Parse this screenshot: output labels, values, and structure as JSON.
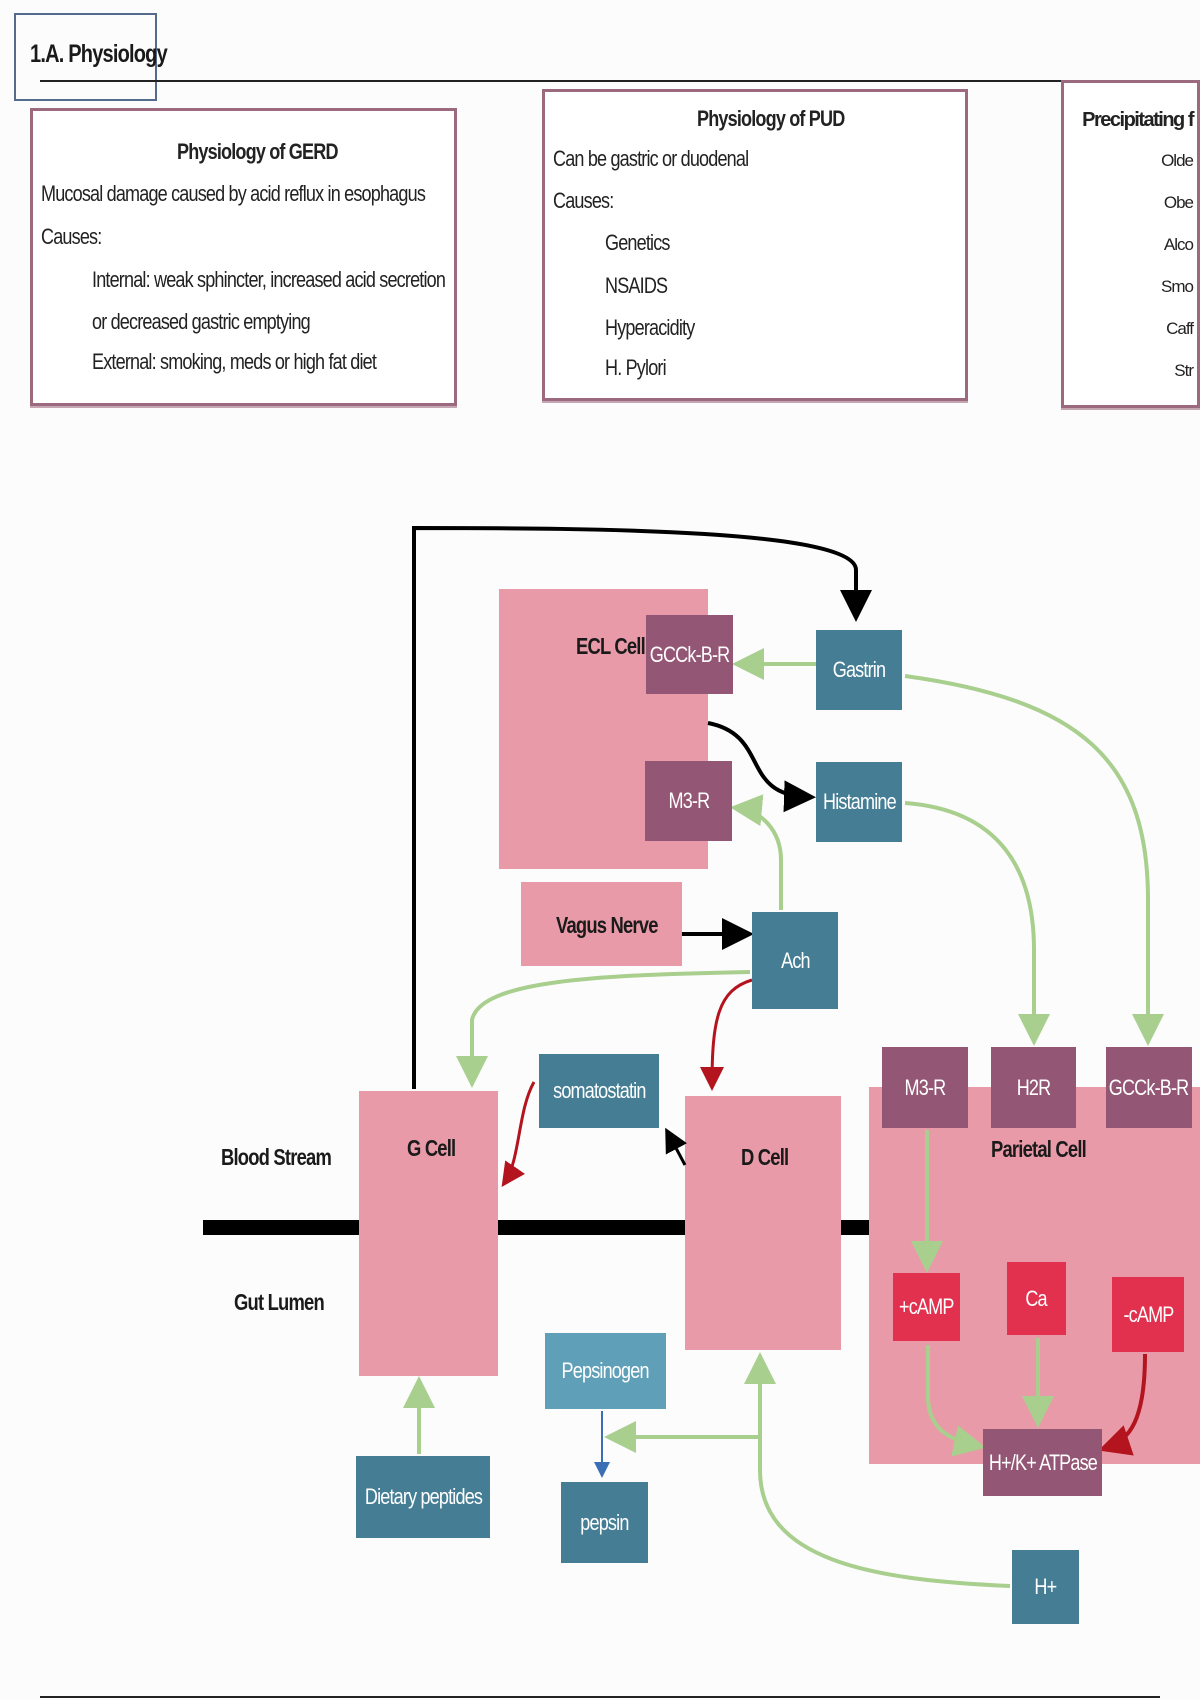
{
  "section_title": "1.A. Physiology",
  "gerd": {
    "title": "Physiology of GERD",
    "lines": [
      "Mucosal damage caused by acid reflux in esophagus",
      "Causes:",
      "Internal: weak sphincter, increased acid secretion",
      "or decreased gastric emptying",
      "External: smoking, meds or high fat diet"
    ]
  },
  "pud": {
    "title": "Physiology of PUD",
    "lines": [
      "Can be gastric or duodenal",
      "Causes:",
      "Genetics",
      "NSAIDS",
      "Hyperacidity",
      "H. Pylori"
    ]
  },
  "precipitating": {
    "title": "Precipitating f",
    "lines": [
      "Olde",
      "Obe",
      "Alco",
      "Smo",
      "Caff",
      "Str"
    ]
  },
  "diagram": {
    "ecl_cell": "ECL Cell",
    "ecl_gcck": "GCCk-B-R",
    "ecl_m3r": "M3-R",
    "gastrin": "Gastrin",
    "histamine": "Histamine",
    "vagus": "Vagus Nerve",
    "ach": "Ach",
    "g_cell": "G Cell",
    "somatostatin": "somatostatin",
    "d_cell": "D Cell",
    "parietal_cell": "Parietal Cell",
    "par_m3r": "M3-R",
    "par_h2r": "H2R",
    "par_gcck": "GCCk-B-R",
    "camp_plus": "+cAMP",
    "ca": "Ca",
    "camp_minus": "-cAMP",
    "atpase": "H+/K+ ATPase",
    "blood_stream": "Blood Stream",
    "gut_lumen": "Gut Lumen",
    "pepsinogen": "Pepsinogen",
    "pepsin": "pepsin",
    "dietary_peptides": "Dietary peptides",
    "h_plus": "H+"
  },
  "colors": {
    "cell_pink": "#e89aa8",
    "receptor_purple": "#935674",
    "messenger_teal": "#457e94",
    "second_messenger_red": "#e2314e",
    "stimulate_arrow": "#a9cf8e",
    "inhibit_arrow": "#b3141e"
  }
}
